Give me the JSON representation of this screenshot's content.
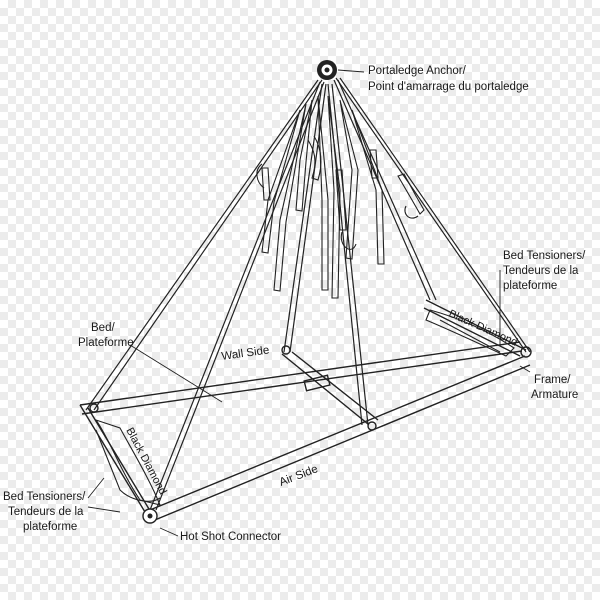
{
  "labels": {
    "anchor_line1": "Portaledge Anchor/",
    "anchor_line2": "Point d'amarrage du portaledge",
    "tensioners_right_line1": "Bed Tensioners/",
    "tensioners_right_line2": "Tendeurs de la",
    "tensioners_right_line3": "plateforme",
    "bed_line1": "Bed/",
    "bed_line2": "Plateforme",
    "wall_side": "Wall Side",
    "frame_line1": "Frame/",
    "frame_line2": "Armature",
    "air_side": "Air Side",
    "tensioners_left_line1": "Bed Tensioners/",
    "tensioners_left_line2": "Tendeurs de la",
    "tensioners_left_line3": "plateforme",
    "hot_shot": "Hot Shot Connector"
  },
  "brand_text": "Black Diamond",
  "colors": {
    "ink": "#222222",
    "background": "#ffffff"
  }
}
